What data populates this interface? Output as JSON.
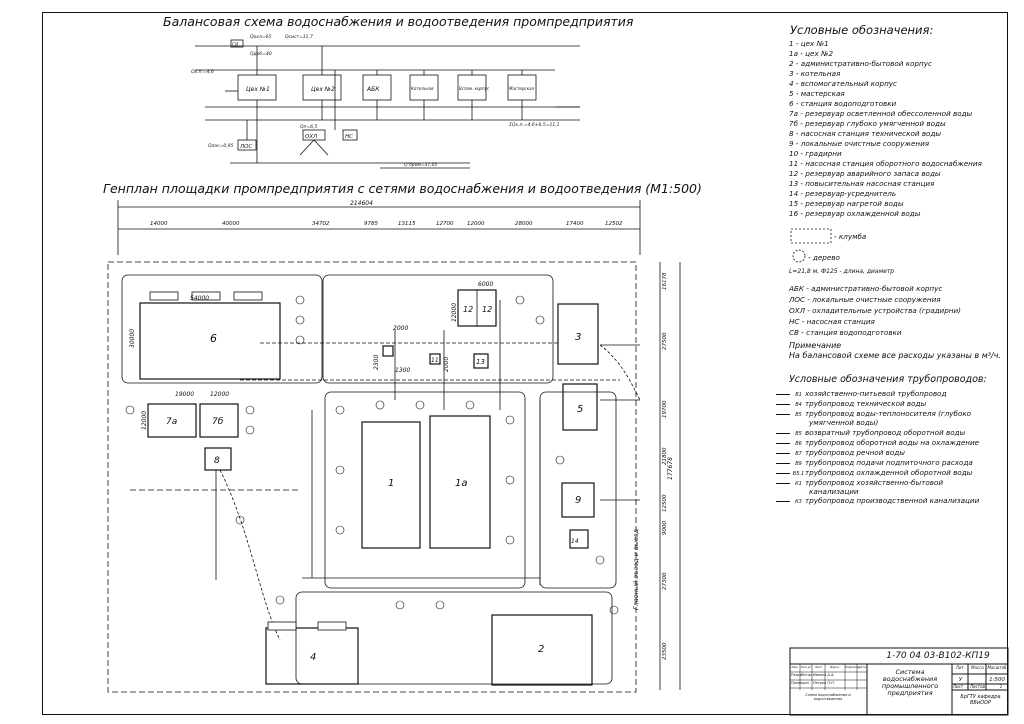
{
  "balance_title": "Балансовая схема водоснабжения и водоотведения промпредприятия",
  "genplan_title": "Генплан площадки промпредприятия с сетями водоснабжения и водоотведения (М1:500)",
  "legend": {
    "title": "Условные обозначения:",
    "items": [
      "1 - цех №1",
      "1а - цех №2",
      "2 - административно-бытовой корпус",
      "3 - котельная",
      "4 - вспомогательный корпус",
      "5 - мастерская",
      "6 - станция водоподготовки",
      "7а - резервуар осветленной обессоленной воды",
      "7б - резервуар глубоко умягченной воды",
      "8 - насосная станция технической воды",
      "9 - локальные очистные сооружения",
      "10 - градирни",
      "11 - насосная станция оборотного водоснабжения",
      "12 - резервуар аварийного запаса воды",
      "13 - повысительная насосная станция",
      "14 - резервуар-усреднитель",
      "15 - резервуар нагретой воды",
      "16 - резервуар охлажденной воды"
    ],
    "klumba": "- клумба",
    "derevo": "- дерево",
    "tree_note": "L=21,8 м, Ф125 - длина, диаметр",
    "abbr": [
      "АБК - административно-бытовой корпус",
      "ЛОС - локальные очистные сооружения",
      "ОХЛ - охладительные устройства (градирни)",
      "НС - насосная станция",
      "СВ - станция водоподготовки"
    ],
    "note_title": "Примечание",
    "note_text": "На балансовой схеме все расходы указаны в м³/ч."
  },
  "pipes": {
    "title": "Условные обозначения трубопроводов:",
    "items": [
      {
        "code": "В1",
        "label": "хозяйственно-питьевой трубопровод"
      },
      {
        "code": "В4",
        "label": "трубопровод технической воды"
      },
      {
        "code": "В5",
        "label": "трубопровод воды-теплоносителя (глубоко"
      },
      {
        "code": "",
        "label": "умягченной воды)"
      },
      {
        "code": "В5",
        "label": "возвратный трубопровод оборотной воды"
      },
      {
        "code": "В6",
        "label": "трубопровод оборотной воды на охлаждение"
      },
      {
        "code": "В7",
        "label": "трубопровод речной воды"
      },
      {
        "code": "В9",
        "label": "трубопровод подачи подпиточного расхода"
      },
      {
        "code": "В5.1",
        "label": "трубопровод охлажденной оборотной воды"
      },
      {
        "code": "К1",
        "label": "трубопровод хозяйственно-бытовой"
      },
      {
        "code": "",
        "label": "канализации"
      },
      {
        "code": "К3",
        "label": "трубопровод производственной канализации"
      }
    ]
  },
  "balance": {
    "blocks": [
      "Цех №1",
      "Цех №2",
      "АБК",
      "Котельная",
      "Вспом. корпус",
      "Мастерская"
    ],
    "nodes": [
      "СВ",
      "ОХЛ",
      "НС",
      "ЛОС"
    ],
    "labels": {
      "q_in": "Qохл=65",
      "q_b": "Qсист=11,7",
      "q_dob": "Qдоб=40",
      "q_left": "Qх.п.=4,6",
      "q_loss": "Qп=6,5",
      "q_los": "Qлос=0,95",
      "q_sum": "ΣQх.п.=4,6+6,5=11,1",
      "q_prom": "Q'пром=37,05"
    }
  },
  "genplan": {
    "total_len": "214604",
    "dims_top": [
      "14000",
      "40000",
      "34702",
      "9785",
      "13115",
      "12700",
      "12000",
      "28000",
      "17400",
      "12502"
    ],
    "dims_right": [
      "16178",
      "27500",
      "19700",
      "21800",
      "12500",
      "9000",
      "27300",
      "23500"
    ],
    "total_height": "177678",
    "bld_6_dims": [
      "54000",
      "30000"
    ],
    "bld_7_dims": [
      "19000",
      "12000",
      "12000"
    ],
    "dim_6000": "6000",
    "dim_12000": "12000",
    "dim_2000": "2000",
    "dim_2300": "2300",
    "dim_1300": "1300",
    "dim_2000b": "2000",
    "buildings": [
      "6",
      "7а",
      "7б",
      "8",
      "1",
      "1а",
      "3",
      "5",
      "9",
      "4",
      "2",
      "12",
      "12",
      "13",
      "14",
      "11"
    ],
    "road_label": "Главный въезд и выезд"
  },
  "title_block": {
    "code": "1-70 04 03-В102-КП19",
    "name": "Система водоснабжения промышленного предприятия",
    "scale": "1:500",
    "sheet": "1",
    "sheets": "1",
    "stage": "У",
    "org": "БрГТУ кафедра ВВиООР",
    "rows": [
      "Разработал",
      "Проверил"
    ],
    "persons": [
      "Иванов А.А.",
      "Петров П.П."
    ],
    "cols": [
      "Изм.",
      "Кол.уч",
      "Лист",
      "№док.",
      "Подпись",
      "Дата"
    ],
    "subtitle": "Схема водоснабжения и водоотведения",
    "hdr": [
      "Лит.",
      "Масса",
      "Масштаб"
    ],
    "sheet_lbl": "Лист",
    "sheets_lbl": "Листов"
  }
}
